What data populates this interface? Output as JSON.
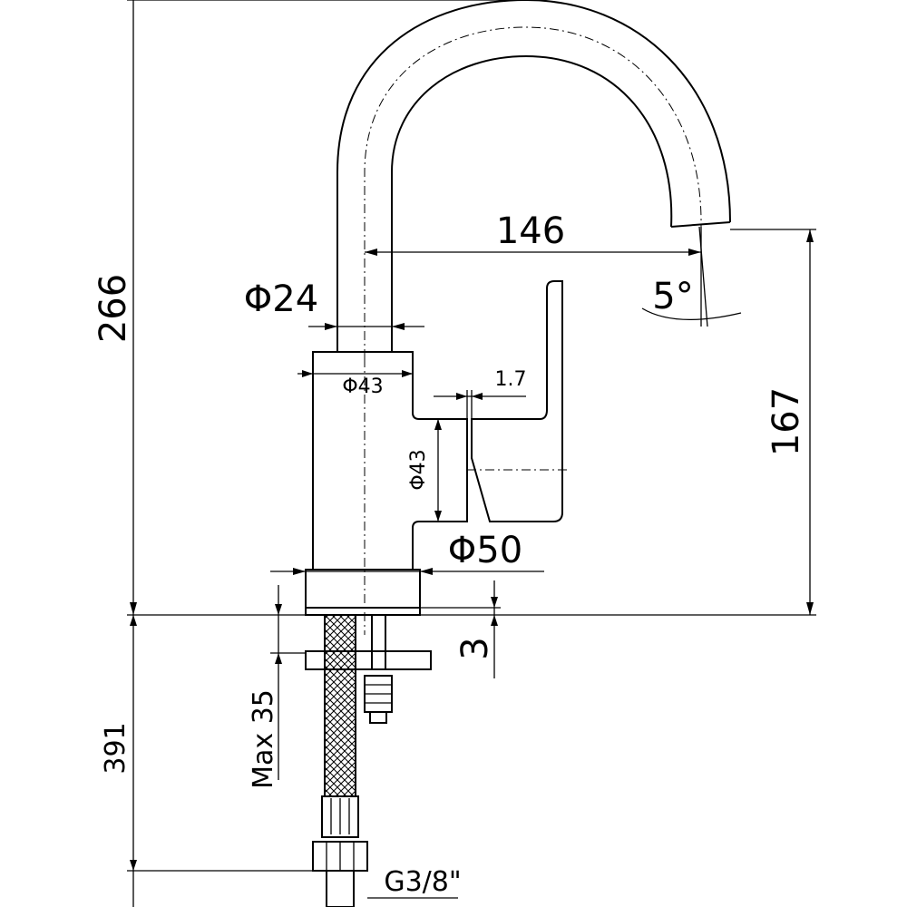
{
  "drawing": {
    "subject": "faucet",
    "dimensions": {
      "total_height": "266",
      "spout_reach": "146",
      "spout_diameter": "Φ24",
      "body_diameter_top": "Φ43",
      "handle_offset": "1.7",
      "handle_diameter": "Φ43",
      "spout_angle": "5°",
      "spout_height": "167",
      "base_diameter": "Φ50",
      "base_thickness": "3",
      "max_deck_thickness": "Max 35",
      "hose_length": "391",
      "connection": "G3/8\""
    }
  }
}
